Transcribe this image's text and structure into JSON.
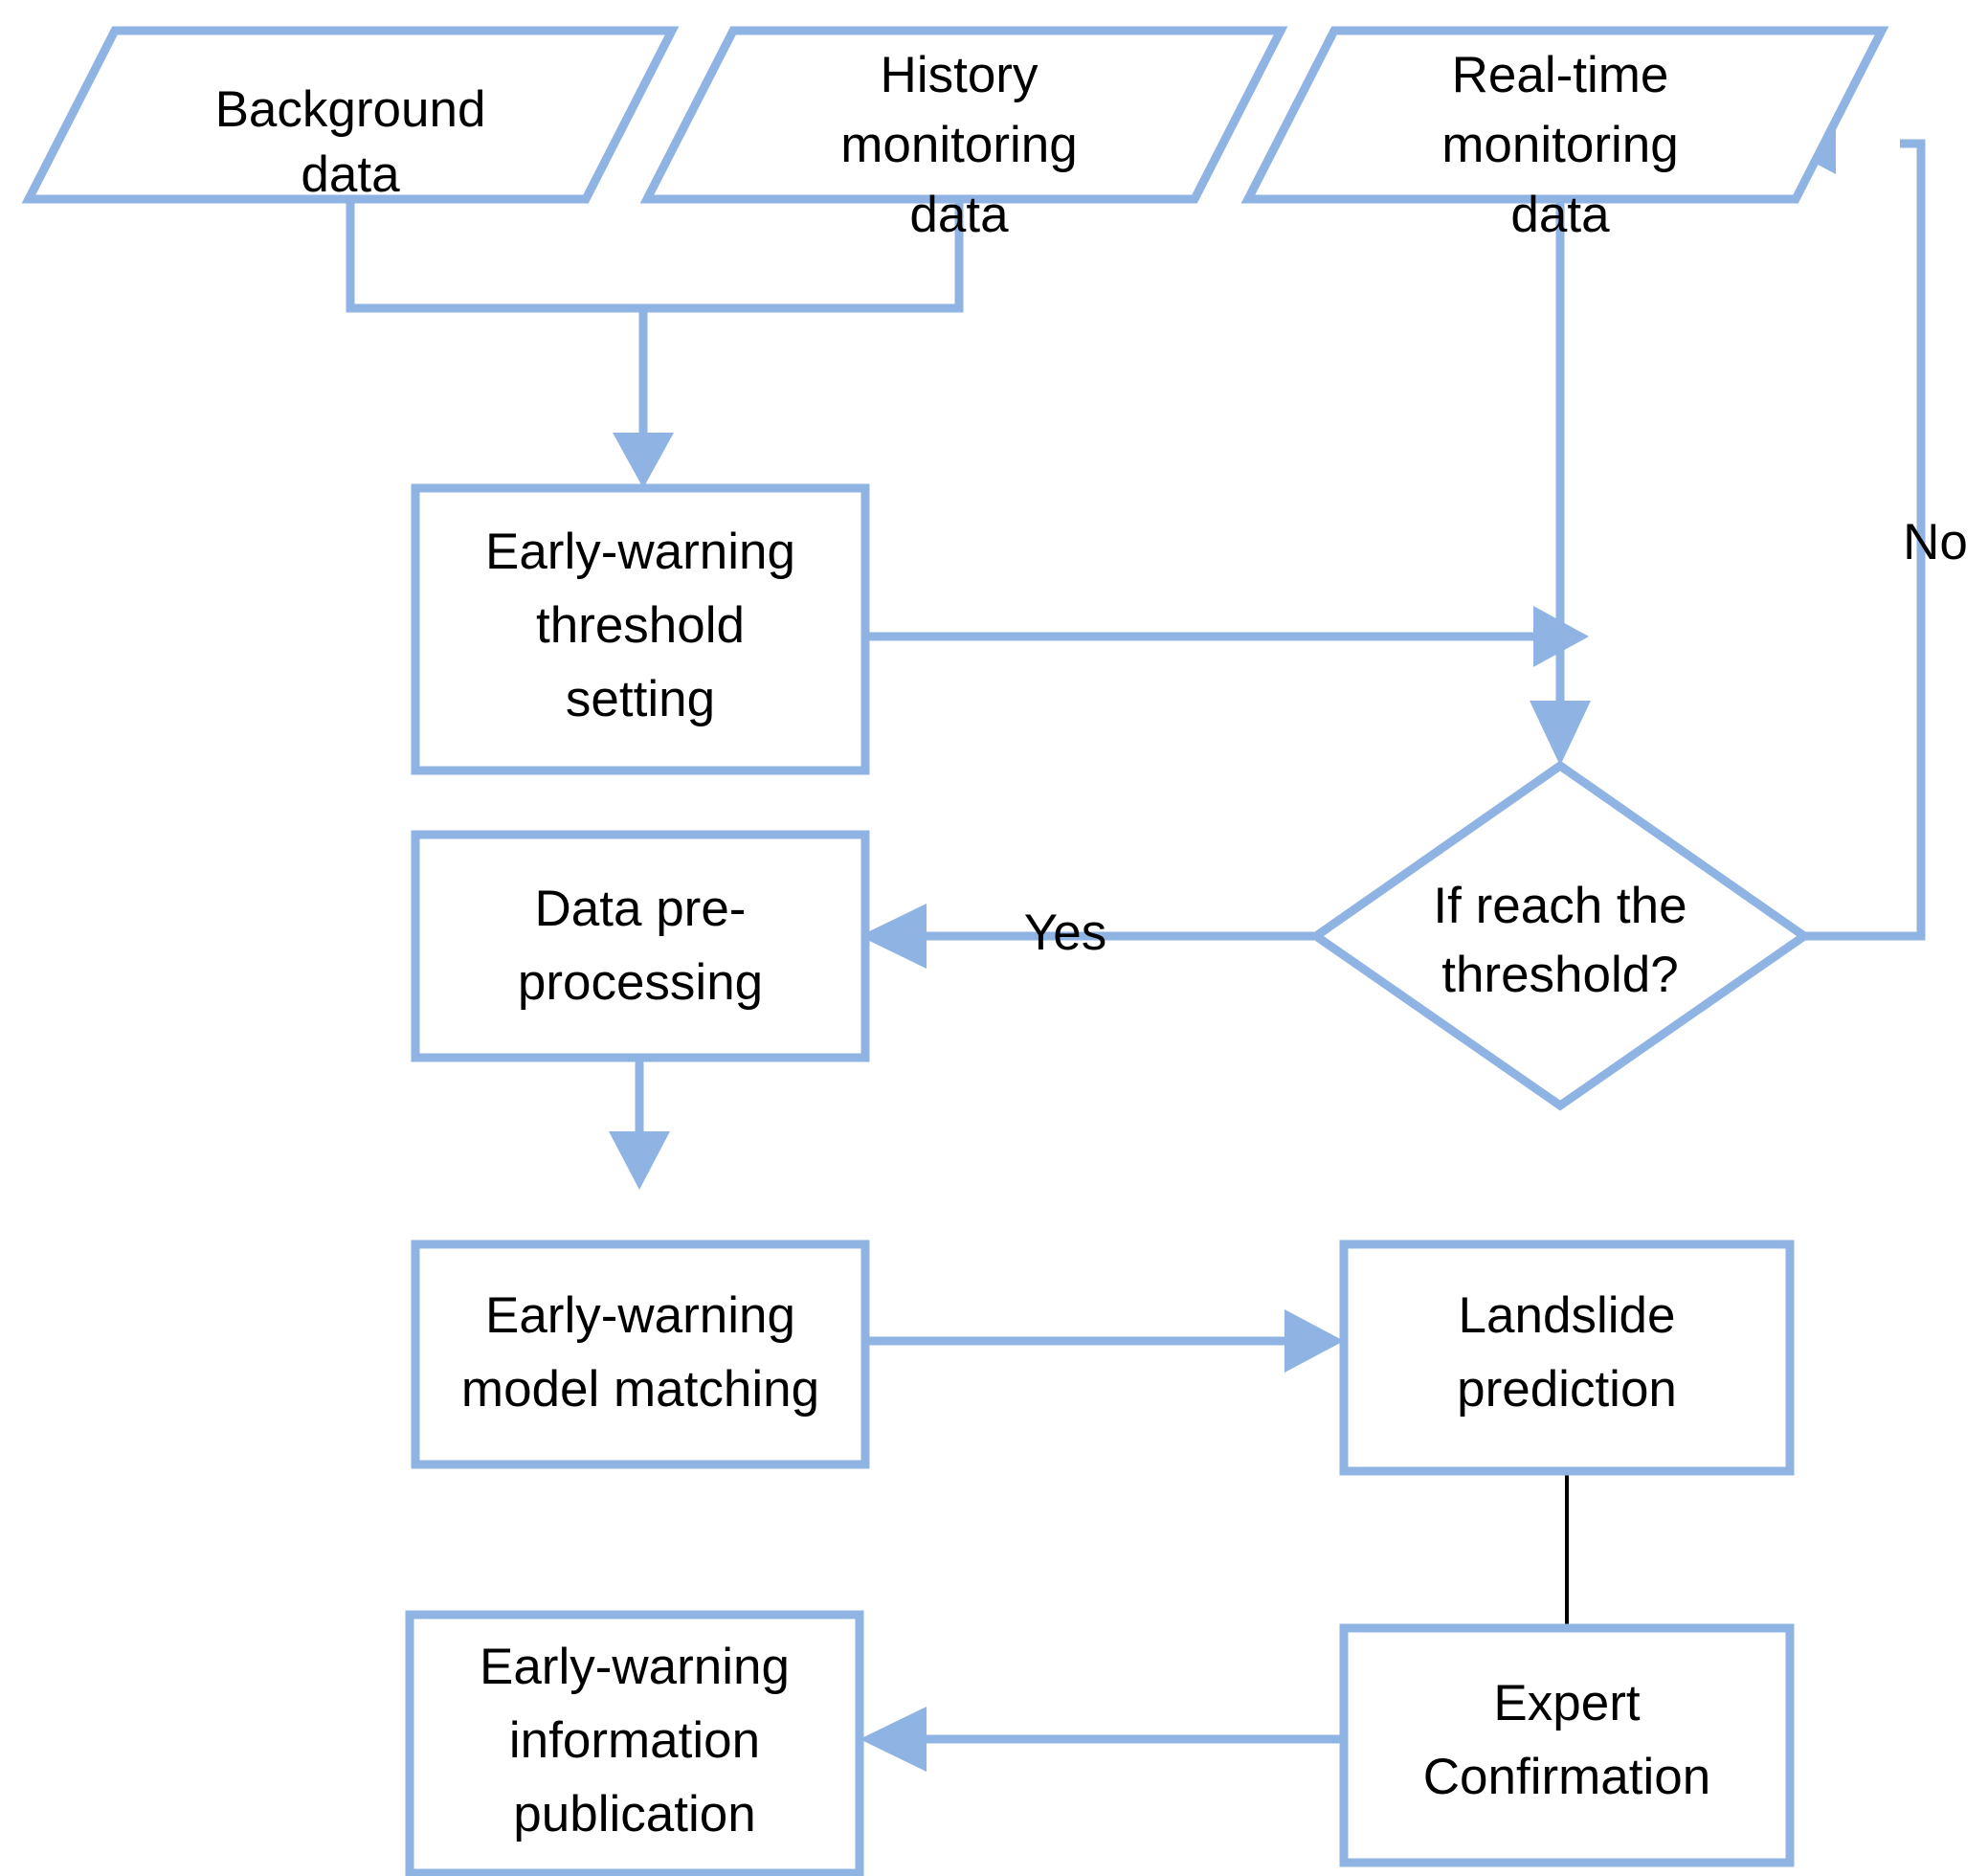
{
  "diagram": {
    "title": "Landslide early-warning flowchart",
    "colors": {
      "shape_stroke": "#8FB4E3",
      "shape_fill": "#FFFFFF",
      "connector": "#8FB4E3",
      "thin_connector": "#000000",
      "text": "#000000",
      "background": "#FFFFFF"
    },
    "nodes": [
      {
        "id": "background-data",
        "shape": "parallelogram",
        "lines": [
          "Background",
          "data"
        ]
      },
      {
        "id": "history-monitoring-data",
        "shape": "parallelogram",
        "lines": [
          "History",
          "monitoring",
          "data"
        ]
      },
      {
        "id": "realtime-monitoring-data",
        "shape": "parallelogram",
        "lines": [
          "Real-time",
          "monitoring",
          "data"
        ]
      },
      {
        "id": "threshold-setting",
        "shape": "rectangle",
        "lines": [
          "Early-warning",
          "threshold",
          "setting"
        ]
      },
      {
        "id": "reach-threshold",
        "shape": "diamond",
        "lines": [
          "If reach the",
          "threshold?"
        ]
      },
      {
        "id": "data-preprocessing",
        "shape": "rectangle",
        "lines": [
          "Data pre-",
          "processing"
        ]
      },
      {
        "id": "model-matching",
        "shape": "rectangle",
        "lines": [
          "Early-warning",
          "model matching"
        ]
      },
      {
        "id": "landslide-prediction",
        "shape": "rectangle",
        "lines": [
          "Landslide",
          "prediction"
        ]
      },
      {
        "id": "expert-confirmation",
        "shape": "rectangle",
        "lines": [
          "Expert",
          "Confirmation"
        ]
      },
      {
        "id": "information-publication",
        "shape": "rectangle",
        "lines": [
          "Early-warning",
          "information",
          "publication"
        ]
      }
    ],
    "edge_labels": {
      "yes": "Yes",
      "no": "No"
    },
    "edges": [
      {
        "from": "background-data",
        "to": "threshold-setting",
        "label": ""
      },
      {
        "from": "history-monitoring-data",
        "to": "threshold-setting",
        "label": ""
      },
      {
        "from": "threshold-setting",
        "to": "reach-threshold",
        "label": ""
      },
      {
        "from": "realtime-monitoring-data",
        "to": "reach-threshold",
        "label": ""
      },
      {
        "from": "reach-threshold",
        "to": "data-preprocessing",
        "label": "Yes"
      },
      {
        "from": "reach-threshold",
        "to": "realtime-monitoring-data",
        "label": "No"
      },
      {
        "from": "data-preprocessing",
        "to": "model-matching",
        "label": ""
      },
      {
        "from": "model-matching",
        "to": "landslide-prediction",
        "label": ""
      },
      {
        "from": "landslide-prediction",
        "to": "expert-confirmation",
        "label": ""
      },
      {
        "from": "expert-confirmation",
        "to": "information-publication",
        "label": ""
      }
    ]
  }
}
